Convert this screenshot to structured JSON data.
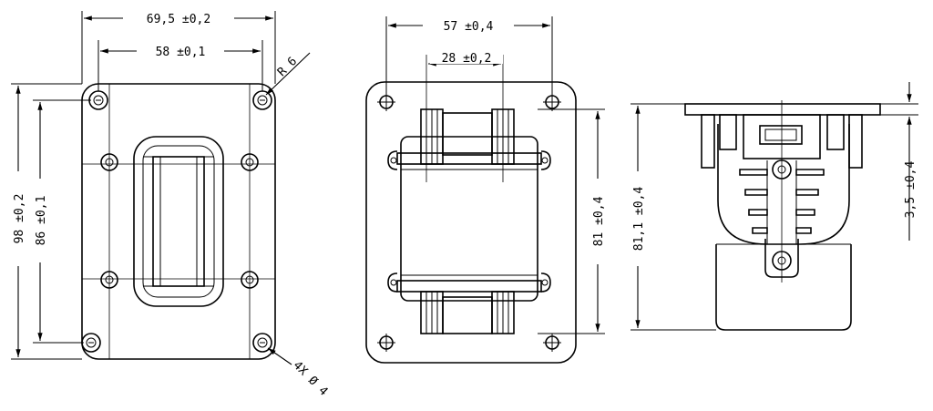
{
  "colors": {
    "line": "#000000",
    "background": "#ffffff"
  },
  "front_view": {
    "width_outer": "69,5 ±0,2",
    "width_holes": "58 ±0,1",
    "radius": "R 6",
    "height_outer": "98 ±0,2",
    "height_holes": "86 ±0,1",
    "hole_callout": "4X Ø 4"
  },
  "side_view": {
    "width_outer": "57 ±0,4",
    "width_core": "28 ±0,2",
    "height": "81 ±0,4"
  },
  "end_view": {
    "height": "81,1 ±0,4",
    "flange": "3,5 ±0,4"
  }
}
